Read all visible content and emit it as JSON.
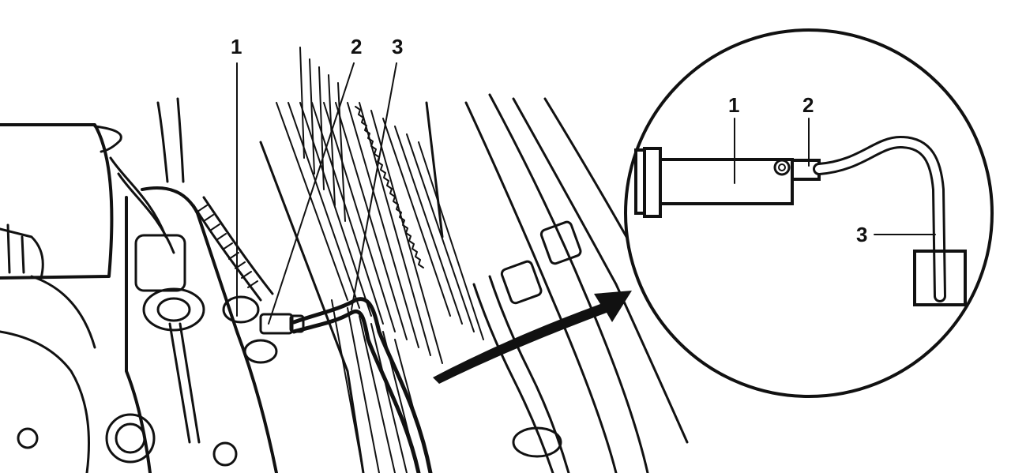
{
  "figure": {
    "callouts_main": [
      "1",
      "2",
      "3"
    ],
    "callouts_detail": [
      "1",
      "2",
      "3"
    ]
  },
  "colors": {
    "ink": "#111111",
    "paper": "#ffffff"
  }
}
